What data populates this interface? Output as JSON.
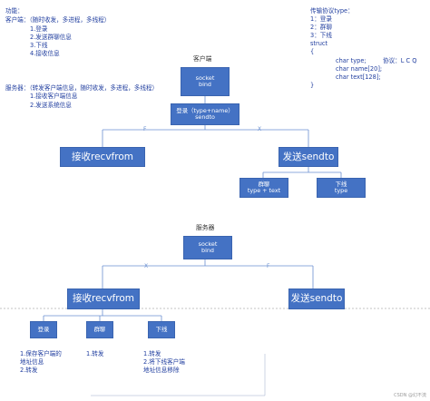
{
  "features": {
    "title": "功能：",
    "client_line": "客户端：（随时收发，多进程，多线程）",
    "client_items": [
      "1.登录",
      "2.发送群聊信息",
      "3.下线",
      "4.接收信息"
    ],
    "server_line": "服务器：（转发客户端信息，随时收发，多进程，多线程）",
    "server_items": [
      "1.接收客户端信息",
      "2.发送系统信息"
    ]
  },
  "protocol": {
    "title": "传输协议type：",
    "types": [
      "1：登录",
      "2：群聊",
      "3：下线"
    ],
    "struct": "struct",
    "open_brace": "{",
    "fields": [
      "char type;",
      "char name[20];",
      "char text[128];"
    ],
    "protocol_note": "协议：L C Q",
    "close_brace": "}"
  },
  "client_diagram": {
    "title": "客户端",
    "socket_box": [
      "socket",
      "bind"
    ],
    "login_box": [
      "登录（type+name）",
      "sendto"
    ],
    "recv_box": "接收recvfrom",
    "send_box": "发送sendto",
    "group_box": [
      "群聊",
      "type + text"
    ],
    "offline_box": [
      "下线",
      "type"
    ],
    "edge_labels": [
      "F",
      "X"
    ]
  },
  "server_diagram": {
    "title": "服务器",
    "socket_box": [
      "socket",
      "bind"
    ],
    "recv_box": "接收recvfrom",
    "send_box": "发送sendto",
    "login_box": "登录",
    "group_box": "群聊",
    "offline_box": "下线",
    "edge_labels": [
      "X",
      "F"
    ],
    "login_desc": [
      "1.保存客户端的",
      "地址信息",
      "2.转发"
    ],
    "group_desc": [
      "1.转发"
    ],
    "offline_desc": [
      "1.转发",
      "2.将下线客户端",
      "地址信息移除"
    ]
  },
  "watermark": "CSDN @幻不流"
}
